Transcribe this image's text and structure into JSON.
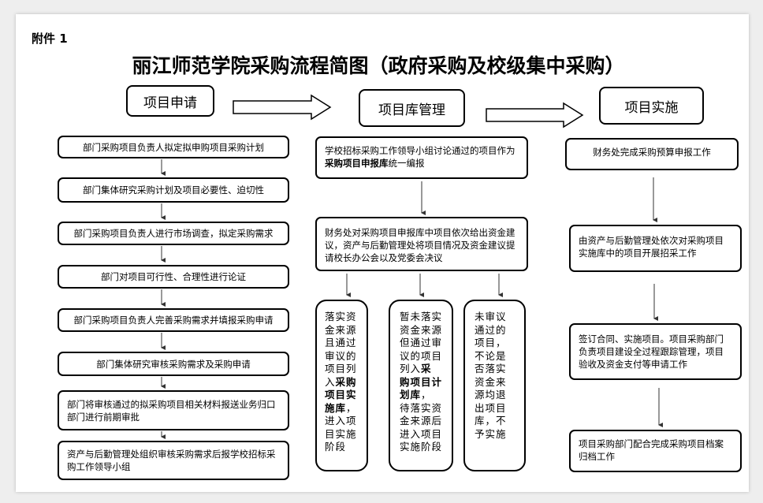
{
  "attachment": "附件 1",
  "title": "丽江师范学院采购流程简图（政府采购及校级集中采购）",
  "headers": [
    "项目申请",
    "项目库管理",
    "项目实施"
  ],
  "left_steps": [
    "部门采购项目负责人拟定拟申购项目采购计划",
    "部门集体研究采购计划及项目必要性、迫切性",
    "部门采购项目负责人进行市场调查，拟定采购需求",
    "部门对项目可行性、合理性进行论证",
    "部门采购项目负责人完善采购需求并填报采购申请",
    "部门集体研究审核采购需求及采购申请",
    "部门将审核通过的拟采购项目相关材料报送业务归口部门进行前期审批",
    "资产与后勤管理处组织审核采购需求后报学校招标采购工作领导小组"
  ],
  "middle": {
    "step1": {
      "a": "学校招标采购工作领导小组讨论通过的项目作为",
      "b": "采购项目申报库",
      "c": "统一编报"
    },
    "step2": "财务处对采购项目申报库中项目依次给出资金建议，资产与后勤管理处将项目情况及资金建议提请校长办公会以及党委会决议",
    "branch1": {
      "a": "落实资金来源且通过审议的项目列入",
      "b": "采购项目实施库",
      "c": "，进入项目实施阶段"
    },
    "branch2": {
      "a": "暂未落实资金来源但通过审议的项目列入",
      "b": "采购项目计划库",
      "c": "，待落实资金来源后进入项目实施阶段"
    },
    "branch3": "未审议通过的项目，不论是否落实资金来源均退出项目库，不予实施"
  },
  "right_steps": [
    "财务处完成采购预算申报工作",
    "由资产与后勤管理处依次对采购项目实施库中的项目开展招采工作",
    "签订合同、实施项目。项目采购部门负责项目建设全过程跟踪管理，项目验收及资金支付等申请工作",
    "项目采购部门配合完成采购项目档案归档工作"
  ]
}
